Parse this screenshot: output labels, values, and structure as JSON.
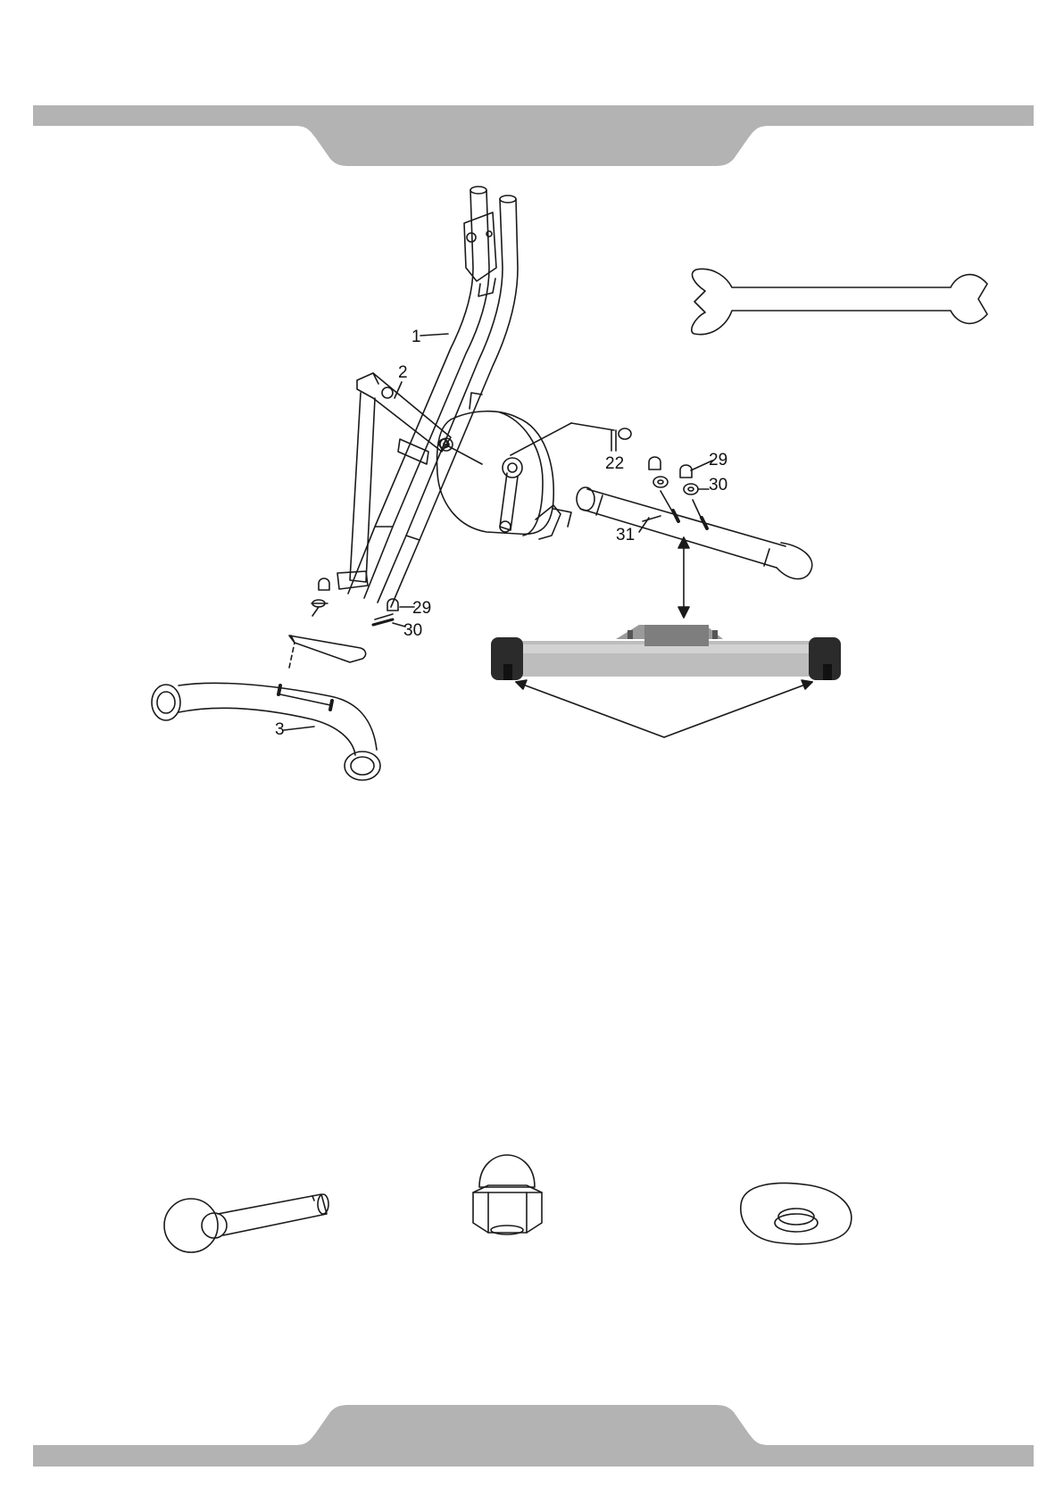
{
  "callouts": {
    "c1": "1",
    "c2": "2",
    "c3": "3",
    "c22": "22",
    "c29_top": "29",
    "c30_top": "30",
    "c29_left": "29",
    "c30_left": "30",
    "c31": "31"
  },
  "colors": {
    "band": "#b3b3b3",
    "line": "#1a1a1a",
    "tube_gray": "#bdbdbd",
    "cap_black": "#2b2b2b"
  }
}
